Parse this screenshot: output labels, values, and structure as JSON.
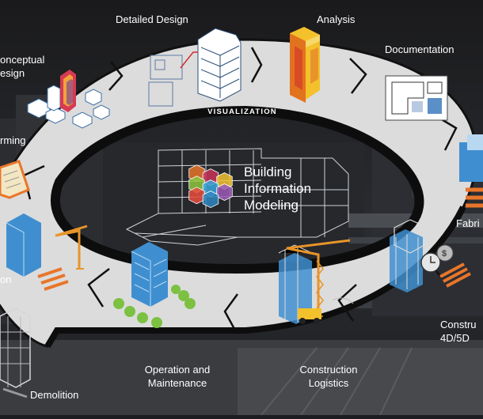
{
  "center": {
    "title_lines": [
      "Building",
      "Information",
      "Modeling"
    ],
    "logo_colors": [
      "#e8762a",
      "#c8345a",
      "#f2c230",
      "#8dc63f",
      "#3aa7dc",
      "#9b59b6",
      "#e84c3d",
      "#2e86c1"
    ]
  },
  "ring": {
    "band_label": "VISUALIZATION",
    "stages": [
      {
        "id": "conceptual-design",
        "lines": [
          "onceptual",
          "esign"
        ]
      },
      {
        "id": "detailed-design",
        "lines": [
          "Detailed Design"
        ]
      },
      {
        "id": "analysis",
        "lines": [
          "Analysis"
        ]
      },
      {
        "id": "documentation",
        "lines": [
          "Documentation"
        ]
      },
      {
        "id": "fabrication",
        "lines": [
          "Fabri"
        ]
      },
      {
        "id": "construction-4d5d",
        "lines": [
          "Constru",
          "4D/5D"
        ]
      },
      {
        "id": "construction-logistics",
        "lines": [
          "Construction",
          "Logistics"
        ]
      },
      {
        "id": "operation-maintenance",
        "lines": [
          "Operation and",
          "Maintenance"
        ]
      },
      {
        "id": "demolition",
        "lines": [
          "Demolition"
        ]
      },
      {
        "id": "renovation",
        "lines": [
          "on"
        ]
      },
      {
        "id": "programming",
        "lines": [
          "rming"
        ]
      }
    ]
  },
  "colors": {
    "ring_fill": "#dcdcdc",
    "ring_dark": "#111111",
    "building_blue": "#3f8fd0",
    "building_orange": "#e2731e",
    "building_yellow": "#f3c12c",
    "crane_orange": "#e8942a"
  }
}
